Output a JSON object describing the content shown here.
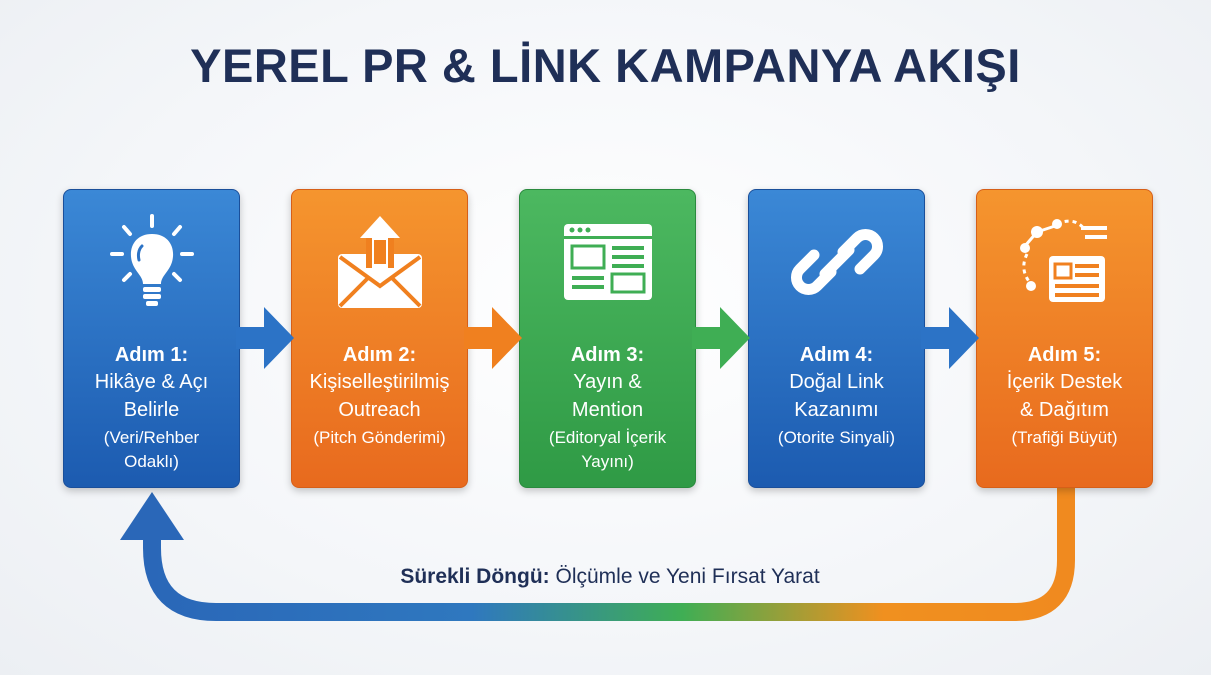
{
  "title": "YEREL PR & LİNK KAMPANYA AKIŞI",
  "colors": {
    "blue": "#2c73c6",
    "orange": "#f0801f",
    "green": "#3fae54",
    "title": "#1f2f57"
  },
  "steps": [
    {
      "head": "Adım 1:",
      "name": "Hikâye & Açı\nBelirle",
      "sub": "(Veri/Rehber\nOdaklı)",
      "color": "blue",
      "icon": "lightbulb-icon"
    },
    {
      "head": "Adım 2:",
      "name": "Kişiselleştirilmiş\nOutreach",
      "sub": "(Pitch Gönderimi)",
      "color": "orange",
      "icon": "envelope-upload-icon"
    },
    {
      "head": "Adım 3:",
      "name": "Yayın &\nMention",
      "sub": "(Editoryal İçerik\nYayını)",
      "color": "green",
      "icon": "webpage-icon"
    },
    {
      "head": "Adım 4:",
      "name": "Doğal Link\nKazanımı",
      "sub": "(Otorite Sinyali)",
      "color": "blue",
      "icon": "chain-link-icon"
    },
    {
      "head": "Adım 5:",
      "name": "İçerik Destek\n& Dağıtım",
      "sub": "(Trafiği Büyüt)",
      "color": "orange",
      "icon": "share-document-icon"
    }
  ],
  "loop": {
    "label_bold": "Sürekli Döngü:",
    "label_rest": " Ölçümle ve Yeni Fırsat Yarat"
  }
}
